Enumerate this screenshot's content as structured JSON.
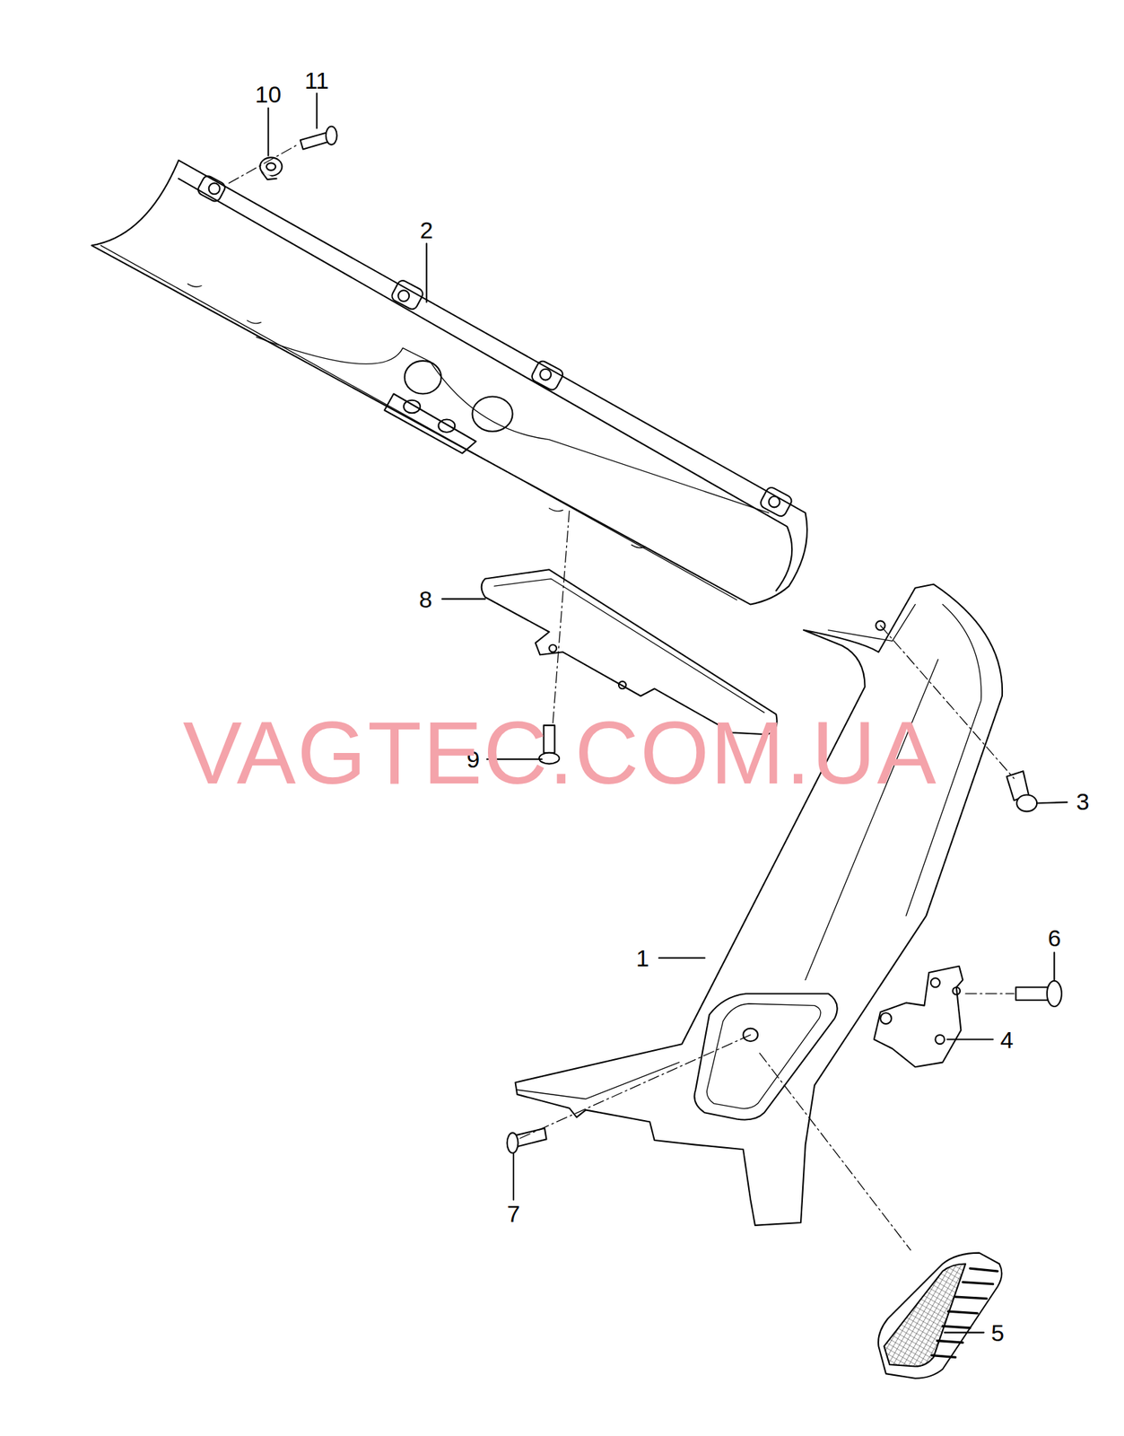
{
  "diagram": {
    "labels": [
      "10",
      "11",
      "2",
      "8",
      "9",
      "3",
      "1",
      "6",
      "4",
      "7",
      "5",
      "VAGTEC.COM.UA"
    ]
  }
}
